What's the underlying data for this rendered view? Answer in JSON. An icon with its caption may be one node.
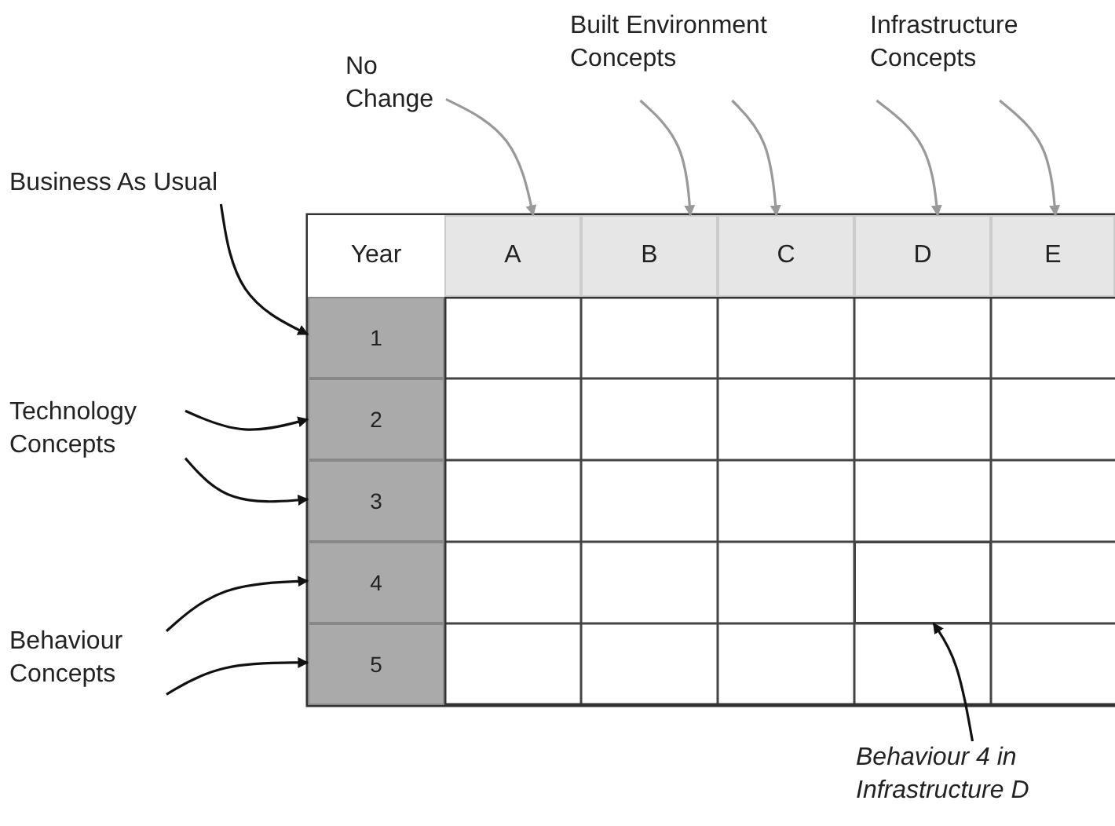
{
  "diagram": {
    "nodes": [
      {
        "text": [
          "No Change"
        ]
      },
      {
        "text": [
          "Built Environment Concepts"
        ]
      },
      {
        "text": [
          "Infrastructure Concepts"
        ]
      },
      {
        "text": [
          "Business As Usual"
        ]
      },
      {
        "text": [
          "Technology Concepts"
        ]
      },
      {
        "text": [
          "Behaviour Concepts"
        ]
      },
      {
        "text": [
          "Behaviour 4  in Infrastructure D"
        ]
      },
      {
        "text": [
          "Year"
        ]
      },
      {
        "text": [
          "A"
        ]
      },
      {
        "text": [
          "B"
        ]
      },
      {
        "text": [
          "C"
        ]
      },
      {
        "text": [
          "D"
        ]
      },
      {
        "text": [
          "E"
        ]
      },
      {
        "text": [
          "1"
        ]
      },
      {
        "text": [
          "2"
        ]
      },
      {
        "text": [
          "3"
        ]
      },
      {
        "text": [
          "4"
        ]
      },
      {
        "text": [
          "5"
        ]
      },
      {
        "text": [],
        "shape": "box"
      }
    ],
    "edges": [
      {
        "from": 0,
        "to": 8,
        "arrow": "to",
        "color": "#999999"
      },
      {
        "from": 1,
        "to": 9,
        "arrow": "to",
        "color": "#999999"
      },
      {
        "from": 1,
        "to": 10,
        "arrow": "to",
        "color": "#999999"
      },
      {
        "from": 2,
        "to": 11,
        "arrow": "to",
        "color": "#999999"
      },
      {
        "from": 2,
        "to": 12,
        "arrow": "to",
        "color": "#999999"
      },
      {
        "from": 3,
        "to": 13,
        "arrow": "to",
        "color": "#111111"
      },
      {
        "from": 4,
        "to": 14,
        "arrow": "to",
        "color": "#111111"
      },
      {
        "from": 4,
        "to": 15,
        "arrow": "to",
        "color": "#111111"
      },
      {
        "from": 5,
        "to": 16,
        "arrow": "to",
        "color": "#111111"
      },
      {
        "from": 5,
        "to": 17,
        "arrow": "to",
        "color": "#111111"
      },
      {
        "from": 6,
        "to": 18,
        "arrow": "to",
        "color": "#111111"
      }
    ]
  }
}
